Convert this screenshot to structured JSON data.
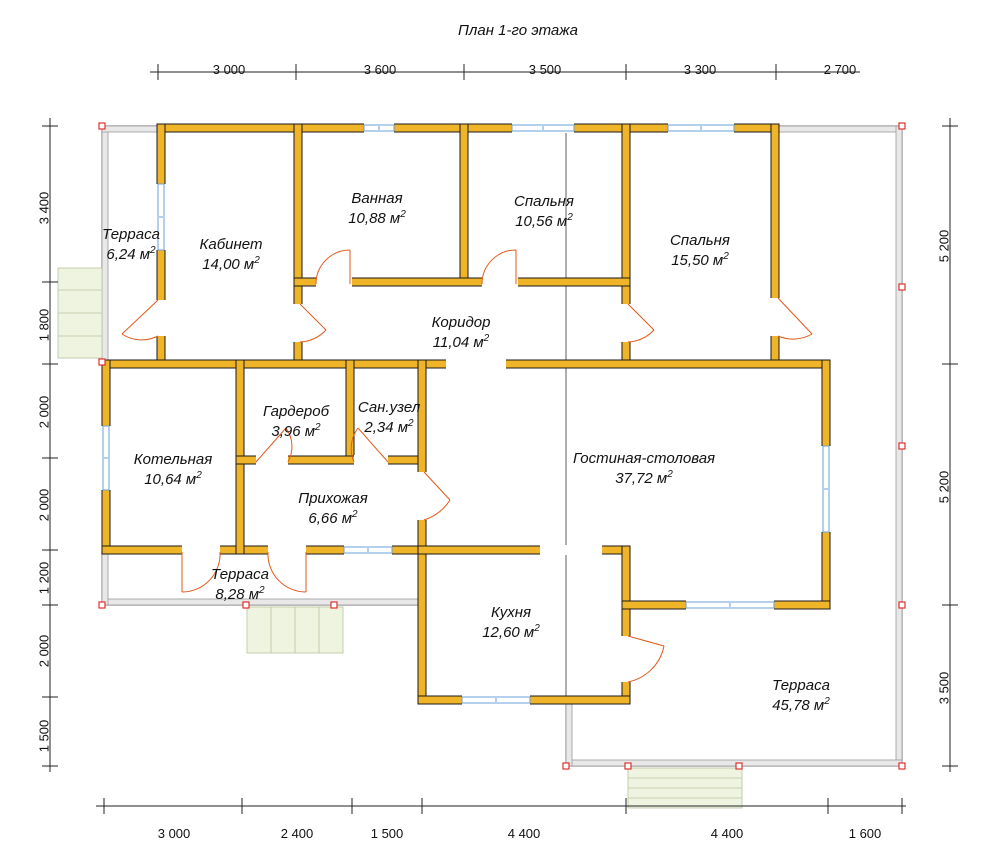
{
  "title": "План 1-го этажа",
  "area_unit": "м",
  "rooms": [
    {
      "name": "Терраса",
      "area": "6,24"
    },
    {
      "name": "Кабинет",
      "area": "14,00"
    },
    {
      "name": "Ванная",
      "area": "10,88"
    },
    {
      "name": "Спальня",
      "area": "10,56"
    },
    {
      "name": "Спальня",
      "area": "15,50"
    },
    {
      "name": "Коридор",
      "area": "11,04"
    },
    {
      "name": "Гардероб",
      "area": "3,96"
    },
    {
      "name": "Сан.узел",
      "area": "2,34"
    },
    {
      "name": "Котельная",
      "area": "10,64"
    },
    {
      "name": "Гостиная-столовая",
      "area": "37,72"
    },
    {
      "name": "Прихожая",
      "area": "6,66"
    },
    {
      "name": "Терраса",
      "area": "8,28"
    },
    {
      "name": "Кухня",
      "area": "12,60"
    },
    {
      "name": "Терраса",
      "area": "45,78"
    }
  ],
  "dimensions": {
    "top": [
      "3 000",
      "3 600",
      "3 500",
      "3 300",
      "2 700"
    ],
    "bottom": [
      "3 000",
      "2 400",
      "1 500",
      "4 400",
      "4 400",
      "1 600"
    ],
    "left": [
      "3 400",
      "1 800",
      "2 000",
      "2 000",
      "1 200",
      "2 000",
      "1 500"
    ],
    "right": [
      "5 200",
      "5 200",
      "3 500"
    ]
  },
  "colors": {
    "wall_fill": "#f0b429",
    "wall_stroke": "#1a1a1a",
    "column": "#e03030",
    "door": "#e05a1a",
    "window": "#6aa0d8"
  }
}
